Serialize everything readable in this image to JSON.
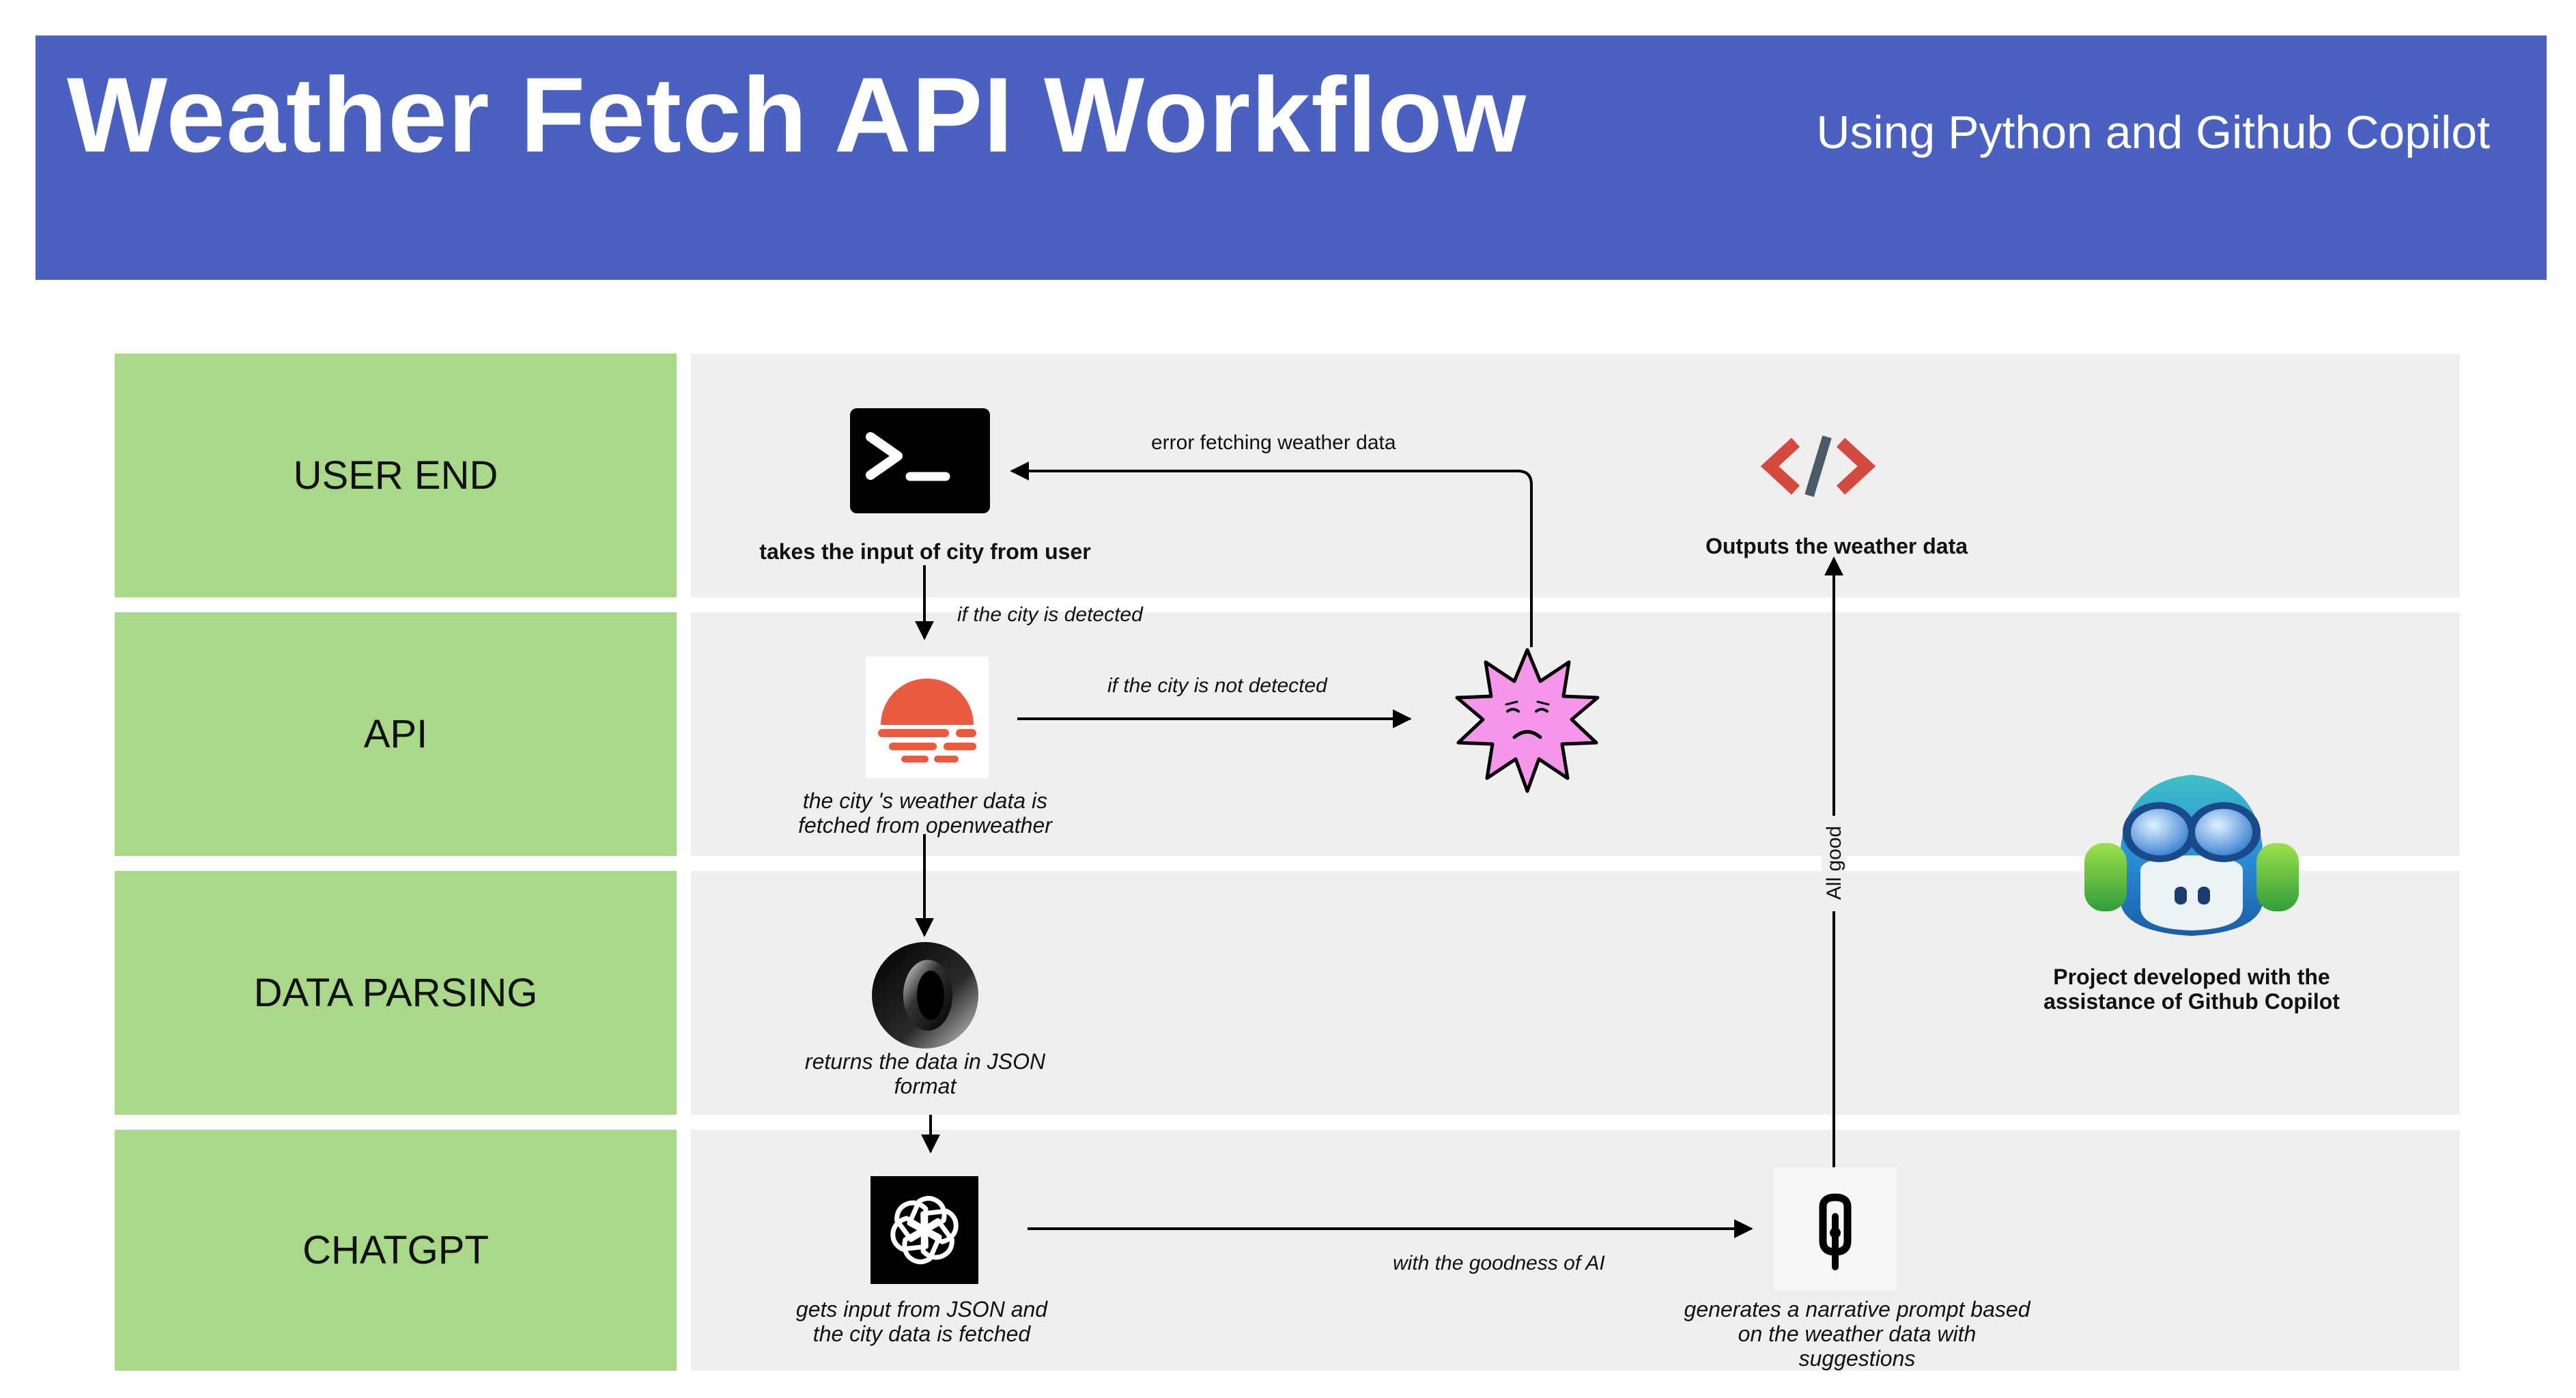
{
  "header": {
    "title": "Weather Fetch API Workflow",
    "subtitle": "Using Python and Github Copilot"
  },
  "lanes": [
    {
      "label": "USER END"
    },
    {
      "label": "API"
    },
    {
      "label": "DATA PARSING"
    },
    {
      "label": "CHATGPT"
    }
  ],
  "nodes": {
    "terminal": {
      "caption": "takes the input of city from user",
      "icon": "terminal-icon"
    },
    "openweather": {
      "caption": "the city 's weather data is fetched from openweather",
      "icon": "sunset-icon"
    },
    "error": {
      "icon": "sad-burst-icon"
    },
    "output": {
      "caption": "Outputs the weather data",
      "icon": "code-icon"
    },
    "json": {
      "caption": "returns the data in JSON format",
      "icon": "json-ring-icon"
    },
    "chatgpt": {
      "caption": "gets input from JSON and the city data is fetched",
      "icon": "openai-icon"
    },
    "narrative": {
      "caption": "generates a narrative prompt based on the weather data with suggestions",
      "icon": "quill-icon"
    },
    "copilot": {
      "caption": "Project developed with the assistance of Github Copilot",
      "icon": "copilot-icon"
    }
  },
  "edges": {
    "error_back": "error fetching weather data",
    "city_detected": "if the city is detected",
    "city_not_detected": "if the city is not detected",
    "all_good": "All good",
    "ai_goodness": "with the goodness of AI"
  }
}
